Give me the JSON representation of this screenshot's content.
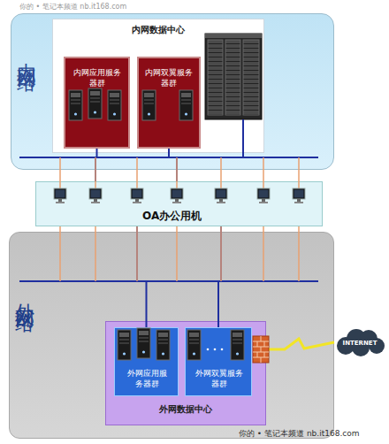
{
  "diagram": {
    "nodes": [
      {
        "text": [
          "内部网络"
        ]
      },
      {
        "text": [
          "内网数据中心"
        ],
        "in": 0
      },
      {
        "text": [
          "内网应用服务器群"
        ],
        "in": 1
      },
      {
        "text": [
          "内网双翼服务器群"
        ],
        "in": 1
      },
      {
        "text": [
          "OA办公用机"
        ]
      },
      {
        "text": [
          "外部网络"
        ]
      },
      {
        "text": [
          "外网数据中心"
        ],
        "in": 5
      },
      {
        "text": [
          "外网应用服务器群"
        ],
        "in": 6
      },
      {
        "text": [
          "外网双翼服务器群"
        ],
        "in": 6
      },
      {
        "text": [
          "INTERNET"
        ]
      }
    ],
    "edges": [
      {
        "from": 2,
        "to": 4,
        "arrow": "none"
      },
      {
        "from": 3,
        "to": 4,
        "arrow": "none"
      },
      {
        "from": 4,
        "to": 7,
        "arrow": "none"
      },
      {
        "from": 4,
        "to": 8,
        "arrow": "none"
      },
      {
        "from": 6,
        "to": 9,
        "arrow": "none"
      }
    ],
    "labels": [
      "你的 • 笔记本频道 nb.it168.com",
      "你的 • 笔记本频道 nb.it168.com"
    ]
  }
}
